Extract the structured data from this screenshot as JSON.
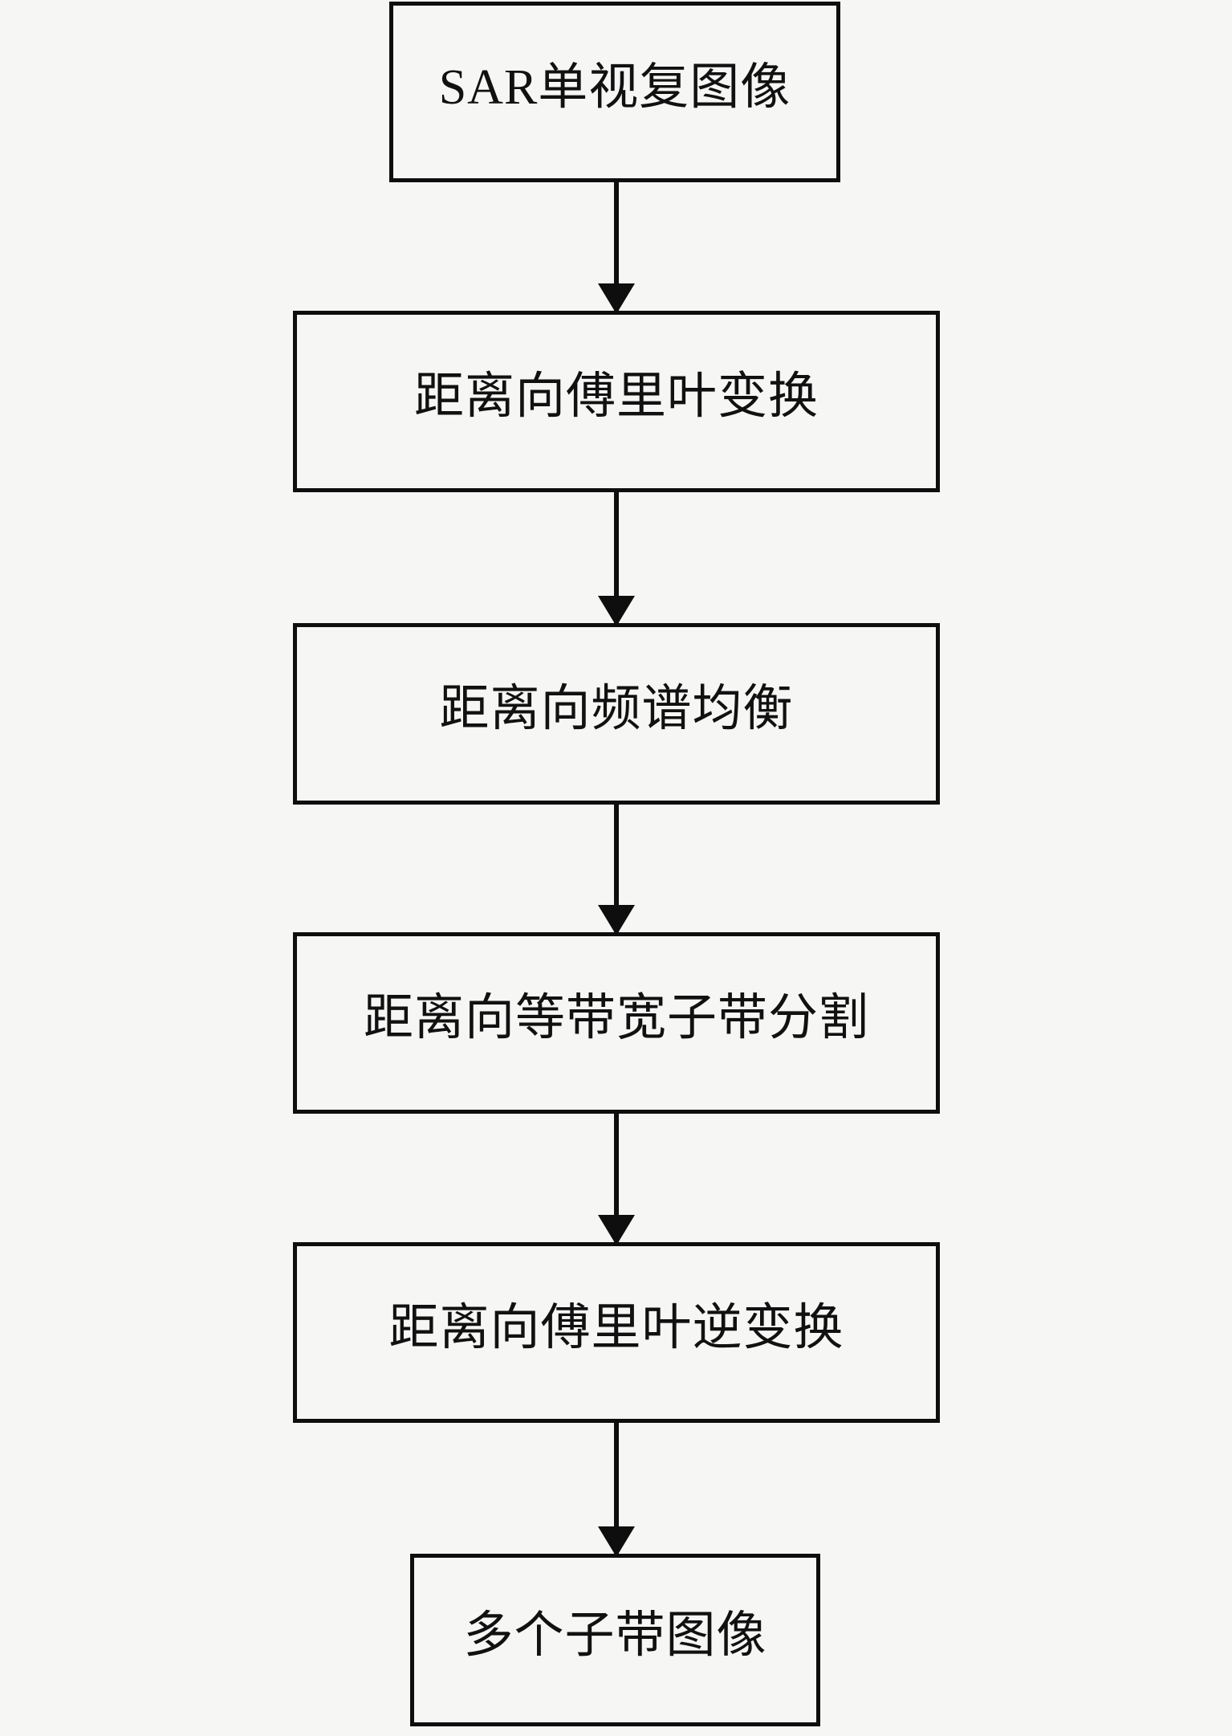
{
  "page": {
    "background_color": "#f6f6f5",
    "line_color": "#0e0e0e",
    "text_color": "#111111"
  },
  "flowchart": {
    "type": "vertical-flowchart",
    "direction": "top-down",
    "nodes": [
      {
        "id": "sar-slc-image",
        "label": "SAR单视复图像"
      },
      {
        "id": "range-fourier-transform",
        "label": "距离向傅里叶变换"
      },
      {
        "id": "range-spectrum-equalization",
        "label": "距离向频谱均衡"
      },
      {
        "id": "range-equal-bandwidth-subband-split",
        "label": "距离向等带宽子带分割"
      },
      {
        "id": "range-inverse-fourier-transform",
        "label": "距离向傅里叶逆变换"
      },
      {
        "id": "multiple-subband-images",
        "label": "多个子带图像"
      }
    ],
    "edges": [
      {
        "from": "sar-slc-image",
        "to": "range-fourier-transform",
        "style": "arrow-down"
      },
      {
        "from": "range-fourier-transform",
        "to": "range-spectrum-equalization",
        "style": "arrow-down"
      },
      {
        "from": "range-spectrum-equalization",
        "to": "range-equal-bandwidth-subband-split",
        "style": "arrow-down"
      },
      {
        "from": "range-equal-bandwidth-subband-split",
        "to": "range-inverse-fourier-transform",
        "style": "arrow-down"
      },
      {
        "from": "range-inverse-fourier-transform",
        "to": "multiple-subband-images",
        "style": "arrow-down"
      }
    ]
  }
}
